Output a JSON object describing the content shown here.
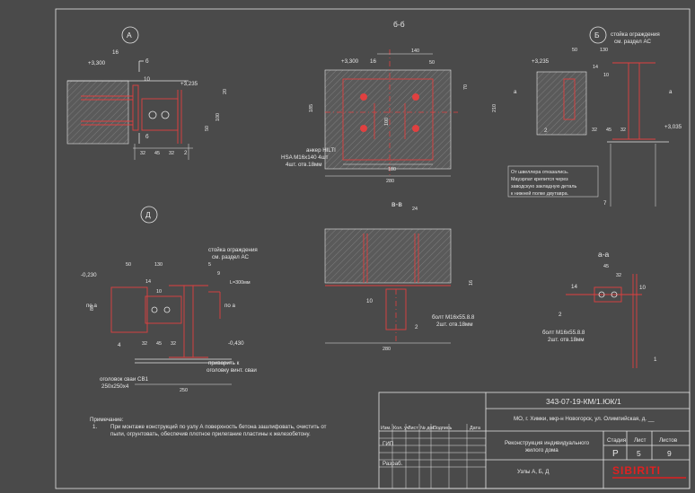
{
  "sections": {
    "A": {
      "label": "А",
      "marks": [
        "16",
        "10",
        "2"
      ],
      "levels": [
        "+3,300",
        "+3,235"
      ],
      "dims": [
        "20",
        "100",
        "50",
        "32",
        "45",
        "32"
      ],
      "cut": "б"
    },
    "BB": {
      "label": "б-б",
      "note_anchor": "анкер HILTI",
      "note_anchor2": "HSA M16x140 4шт",
      "note_anchor3": "4шт. отв.18мм",
      "levels": [
        "+3,300"
      ],
      "marks": [
        "16"
      ],
      "dims_top": [
        "140",
        "50"
      ],
      "dims_side": [
        "185",
        "100",
        "70",
        "210"
      ],
      "dims_bottom": [
        "180",
        "280"
      ]
    },
    "B": {
      "label": "Б",
      "post_note": "стойка ограждения",
      "post_note2": "см. раздел АС",
      "levels": [
        "+3,235",
        "+3,035"
      ],
      "dims": [
        "50",
        "130",
        "14",
        "10",
        "32",
        "45",
        "32"
      ],
      "marks": [
        "2",
        "7"
      ],
      "cut": "а",
      "note": "От швеллера отказались.",
      "note2": "Мауэрлат крепится через",
      "note3": "заводскую закладную деталь",
      "note4": "к нижней полке двутавра."
    },
    "D": {
      "label": "Д",
      "post_note": "стойка ограждения",
      "post_note2": "см. раздел АС",
      "levels": [
        "-0,230",
        "-0,430"
      ],
      "dims": [
        "50",
        "130",
        "5",
        "14",
        "10",
        "32",
        "45",
        "32",
        "250",
        "9",
        "L=300мм",
        "80"
      ],
      "marks": [
        "4"
      ],
      "cut": "по а",
      "weld_note": "приварить к",
      "weld_note2": "оголовку винт. сваи",
      "cap_note": "оголовок сваи СВ1",
      "cap_note2": "250х250х4"
    },
    "VV": {
      "label": "в-в",
      "dims": [
        "24",
        "16",
        "280"
      ],
      "marks": [
        "10",
        "2"
      ],
      "bolt": "болт M16x55.8.8",
      "bolt2": "2шт. отв.18мм"
    },
    "AA": {
      "label": "а-а",
      "dims": [
        "45",
        "32"
      ],
      "marks": [
        "14",
        "10",
        "2",
        "1"
      ],
      "bolt": "болт M16x55.8.8",
      "bolt2": "2шт. отв.18мм"
    }
  },
  "notes": {
    "title": "Примечание:",
    "item_no": "1.",
    "item_line1": "При монтаже конструкций по узлу А поверхность бетона зашлифовать, очистить от",
    "item_line2": "пыли, огрунтовать, обеспечив плотное прилегание пластины к железобетону."
  },
  "title_block": {
    "code": "343-07-19-КМ/1.ЮК/1",
    "address": "МО, г. Химки, мкр-н Новогорск, ул. Олимпийская, д. __",
    "headers": [
      "Изм.",
      "Кол. уч",
      "Лист",
      "№ док.",
      "Подпись",
      "Дата"
    ],
    "role1": "ГИП",
    "role2": "Разраб.",
    "project": "Реконструкция индивидуального",
    "project2": "жилого дома",
    "stage_h": "Стадия",
    "sheet_h": "Лист",
    "sheets_h": "Листов",
    "stage": "Р",
    "sheet": "5",
    "sheets": "9",
    "drawing": "Узлы А, Б, Д",
    "logo": "SIBIRITI"
  },
  "colors": {
    "background": "#4a4a4a",
    "line": "#e6e6e6",
    "steel": "#e04040",
    "logo": "#e02020"
  }
}
